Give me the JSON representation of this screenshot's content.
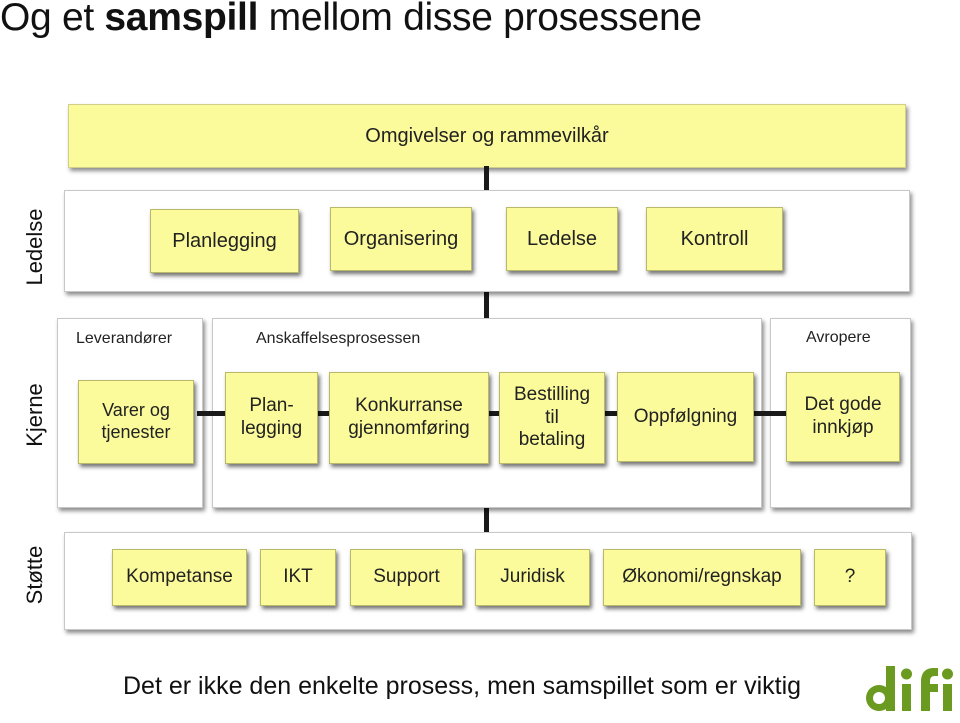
{
  "title": {
    "normal": "Og et ",
    "bold": "samspill",
    "rest": " mellom disse prosessene"
  },
  "environment": {
    "label": "Omgivelser og rammevilkår"
  },
  "side_labels": {
    "ledelse": "Ledelse",
    "kjerne": "Kjerne",
    "stotte": "Støtte"
  },
  "management": {
    "items": [
      "Planlegging",
      "Organisering",
      "Ledelse",
      "Kontroll"
    ]
  },
  "core": {
    "suppliers_label": "Leverandører",
    "process_label": "Anskaffelsesprosessen",
    "buyers_label": "Avropere",
    "suppliers_box": {
      "line1": "Varer og",
      "line2": "tjenester"
    },
    "steps": [
      {
        "line1": "Plan-",
        "line2": "legging"
      },
      {
        "line1": "Konkurranse",
        "line2": "gjennomføring"
      },
      {
        "line1": "Bestilling",
        "line2": "til",
        "line3": "betaling"
      },
      {
        "line1": "Oppfølgning"
      }
    ],
    "buyers_box": {
      "line1": "Det gode",
      "line2": "innkjøp"
    }
  },
  "support": {
    "items": [
      "Kompetanse",
      "IKT",
      "Support",
      "Juridisk",
      "Økonomi/regnskap",
      "?"
    ]
  },
  "footer": {
    "text": "Det er ikke den enkelte prosess, men samspillet som er viktig"
  },
  "logo": {
    "text": "difi",
    "color": "#6a9a1f"
  }
}
